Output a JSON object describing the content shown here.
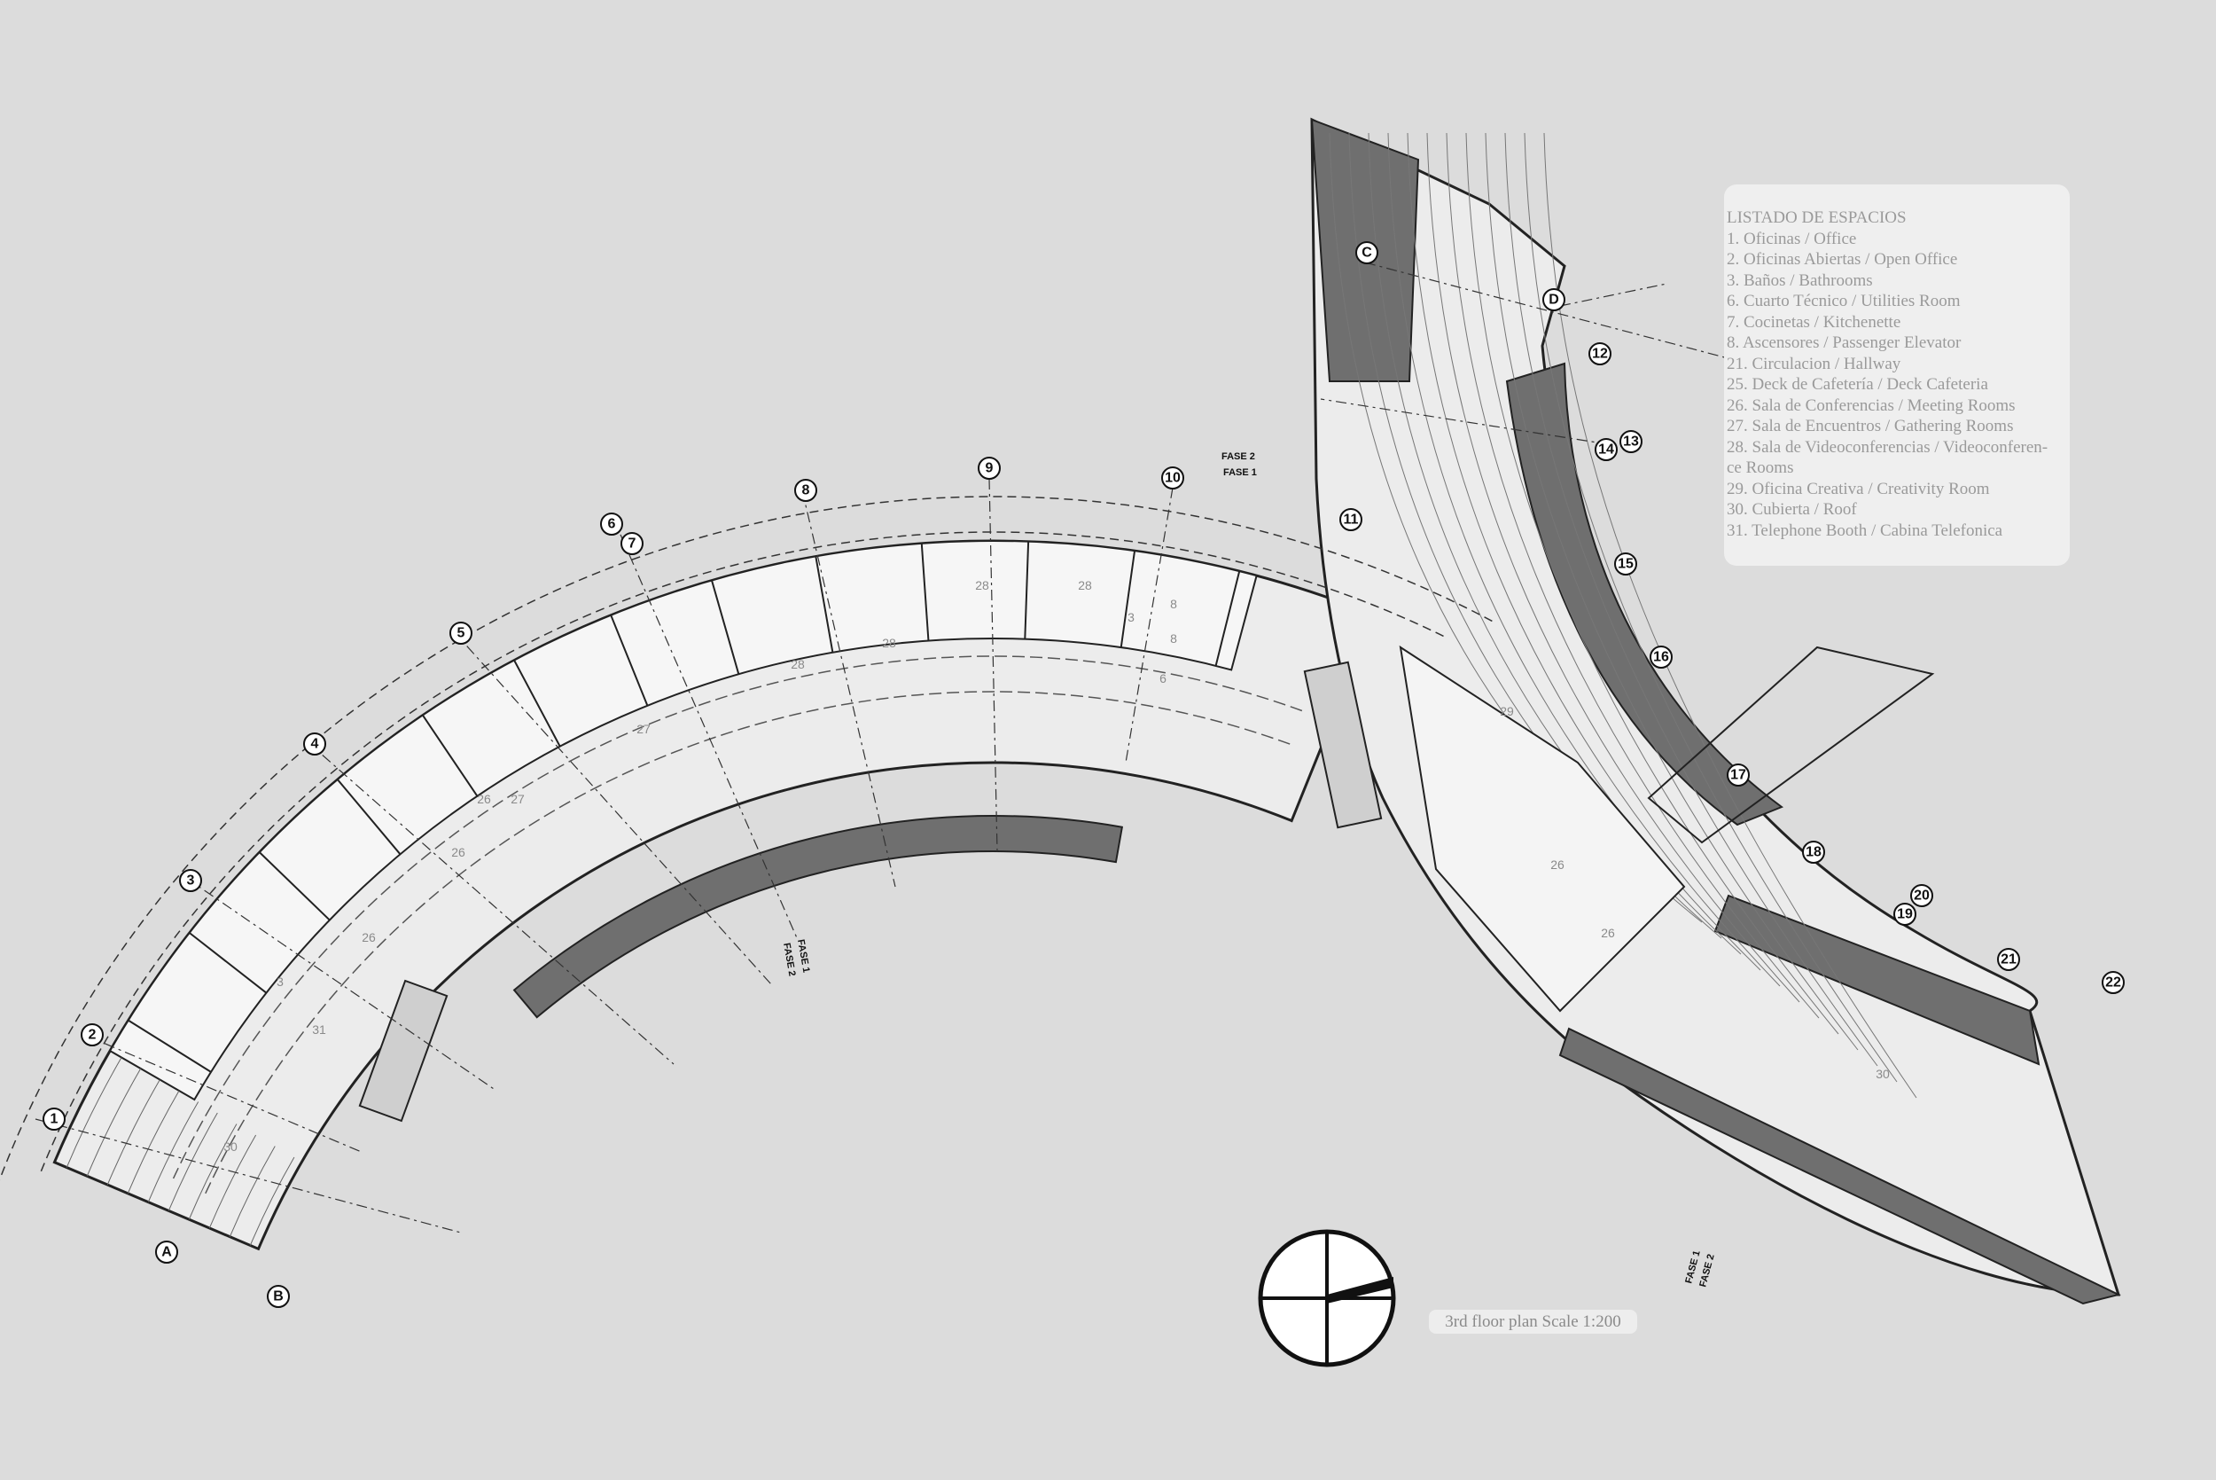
{
  "legend": {
    "title": "LISTADO DE ESPACIOS",
    "items": [
      "1. Oficinas / Office",
      "2. Oficinas Abiertas / Open Office",
      "3. Baños / Bathrooms",
      "6. Cuarto Técnico / Utilities Room",
      "7. Cocinetas / Kitchenette",
      "8. Ascensores / Passenger Elevator",
      "21. Circulacion / Hallway",
      "25. Deck de Cafetería / Deck Cafeteria",
      "26. Sala de Conferencias / Meeting Rooms",
      "27. Sala de Encuentros / Gathering Rooms",
      "28. Sala de Videoconferencias / Videoconferen-",
      "ce Rooms",
      "29. Oficina Creativa / Creativity Room",
      "30. Cubierta / Roof",
      "31. Telephone Booth / Cabina Telefonica"
    ]
  },
  "scale_label": "3rd floor plan Scale 1:200",
  "grid_bubbles": [
    "1",
    "2",
    "3",
    "4",
    "5",
    "6",
    "7",
    "8",
    "9",
    "10",
    "11",
    "12",
    "13",
    "14",
    "15",
    "16",
    "17",
    "18",
    "19",
    "20",
    "21",
    "22",
    "A",
    "B",
    "C",
    "D"
  ],
  "room_numbers": [
    "30",
    "31",
    "3",
    "26",
    "26",
    "26",
    "27",
    "27",
    "28",
    "28",
    "28",
    "28",
    "3",
    "8",
    "8",
    "6",
    "29",
    "26",
    "26",
    "30"
  ],
  "phase_labels": [
    "FASE 2",
    "FASE 1",
    "FASE 1",
    "FASE 2",
    "FASE 1",
    "FASE 2"
  ],
  "colors": {
    "background": "#dcdcdc",
    "roof_dark": "#6f6f6f",
    "floor": "#ececec",
    "line": "#222222"
  }
}
